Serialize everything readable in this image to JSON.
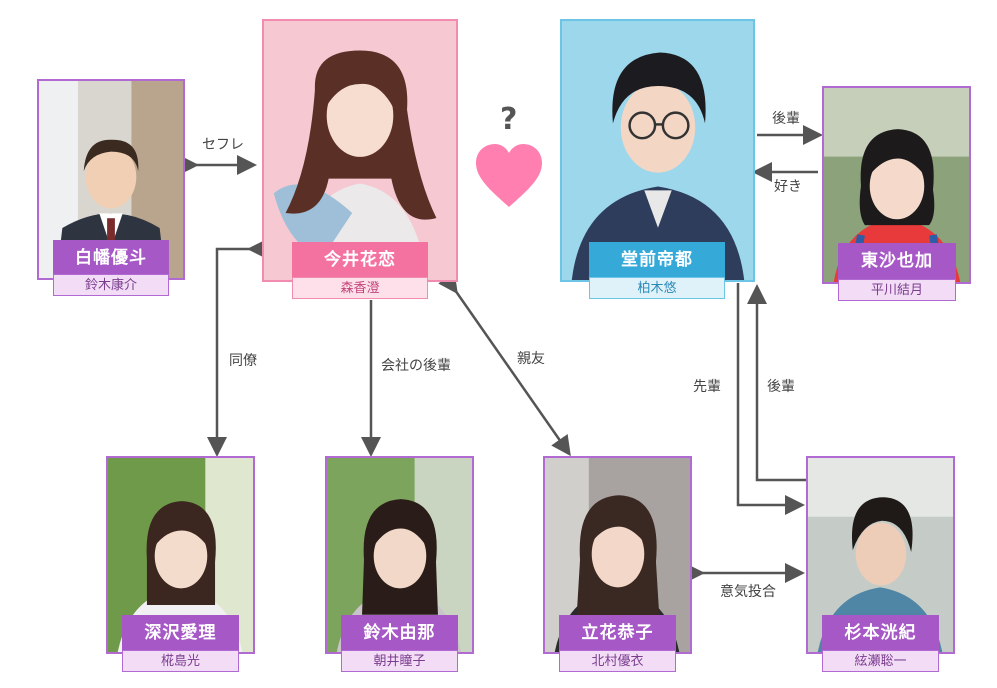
{
  "characters": {
    "shirahata": {
      "name": "白幡優斗",
      "actor": "鈴木康介"
    },
    "imai": {
      "name": "今井花恋",
      "actor": "森香澄"
    },
    "domae": {
      "name": "堂前帝都",
      "actor": "柏木悠"
    },
    "higashi": {
      "name": "東沙也加",
      "actor": "平川結月"
    },
    "fukazawa": {
      "name": "深沢愛理",
      "actor": "椛島光"
    },
    "suzuki": {
      "name": "鈴木由那",
      "actor": "朝井瞳子"
    },
    "tachibana": {
      "name": "立花恭子",
      "actor": "北村優衣"
    },
    "sugimoto": {
      "name": "杉本洸紀",
      "actor": "絃瀬聡一"
    }
  },
  "relations": {
    "sefure": "セフレ",
    "douryou": "同僚",
    "kaisha_kouhai": "会社の後輩",
    "shinyuu": "親友",
    "kouhai_top": "後輩",
    "suki": "好き",
    "senpai": "先輩",
    "kouhai_right": "後輩",
    "ikitougou": "意気投合",
    "question": "?"
  },
  "colors": {
    "purple": "#a758c7",
    "pink": "#f4729f",
    "blue": "#35a9d8",
    "heart": "#ff80b0",
    "arrow": "#555555"
  }
}
